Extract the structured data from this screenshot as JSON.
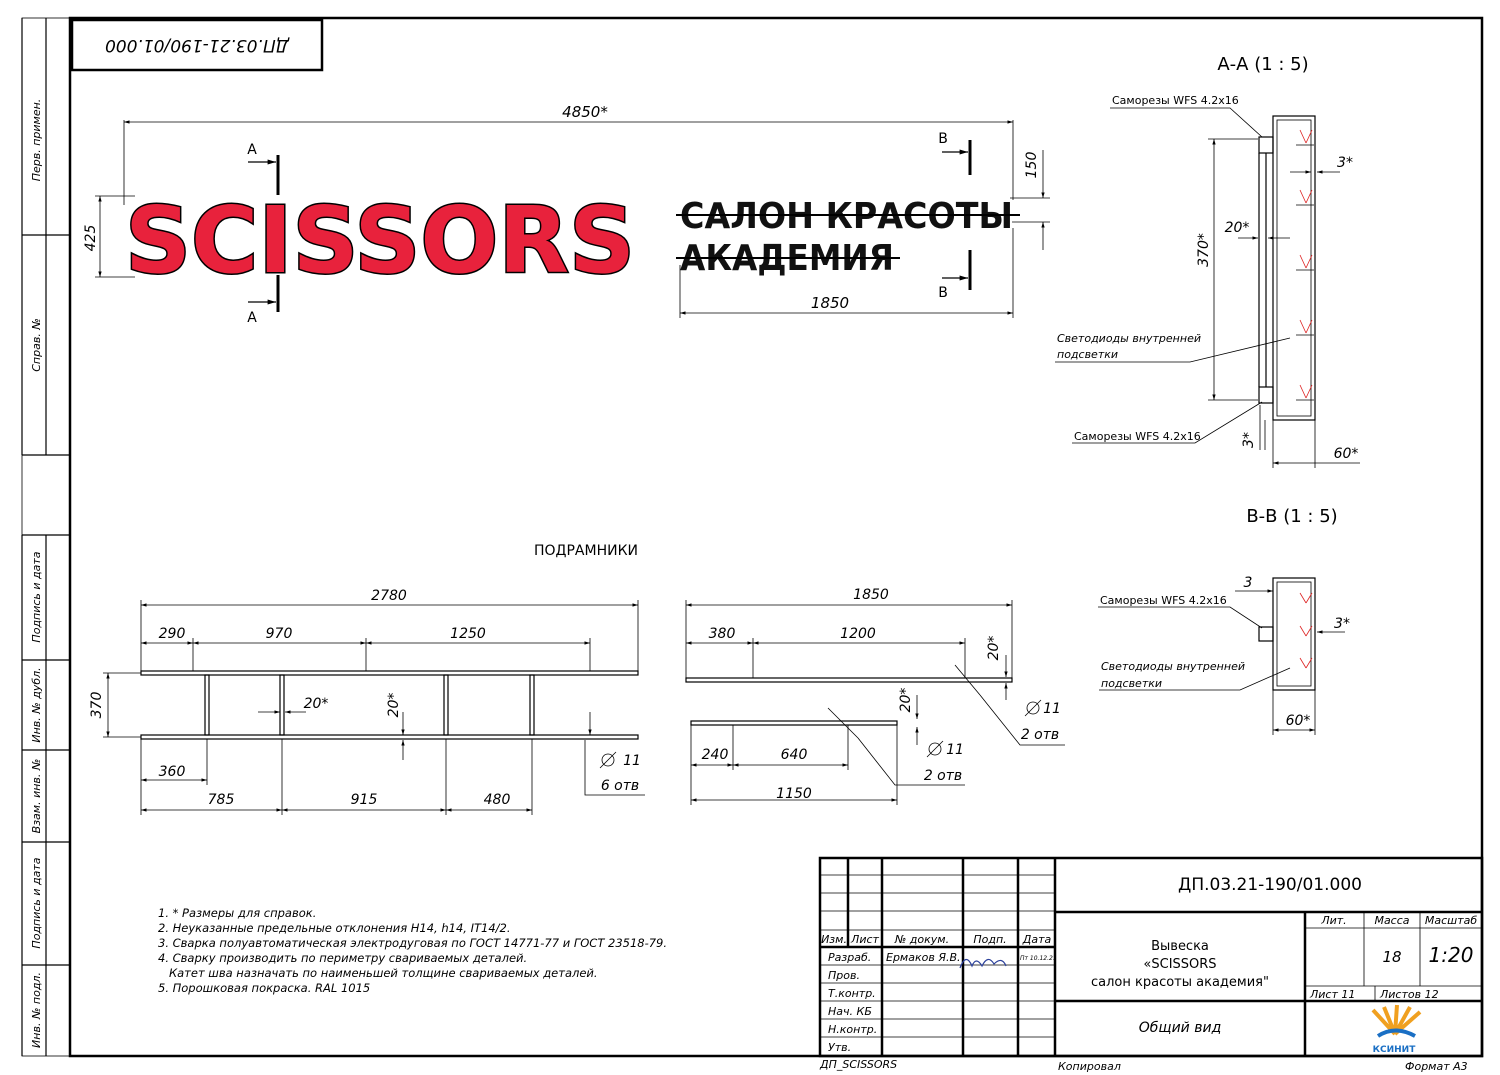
{
  "stamp": {
    "top_code": "ДП.03.21-190/01.000",
    "footer_left": "ДП_SCISSORS",
    "copied": "Копировал",
    "format": "Формат А3"
  },
  "sidebar": {
    "perv_primen": "Перв. примен.",
    "sprav_no": "Справ. №",
    "podpis_data_1": "Подпись и дата",
    "inv_dubl": "Инв. № дубл.",
    "vzam_inv": "Взам. инв. №",
    "podpis_data_2": "Подпись и дата",
    "inv_podl": "Инв. № подл."
  },
  "main_view": {
    "logo": "SCISSORS",
    "line1": "САЛОН КРАСОТЫ",
    "line2": "АКАДЕМИЯ",
    "dim_total": "4850*",
    "dim_height": "425",
    "dim_offset": "150",
    "dim_text_width": "1850",
    "section_a": "А",
    "section_b": "В"
  },
  "section_aa": {
    "title": "А-А (1 : 5)",
    "screw_top": "Саморезы WFS 4.2х16",
    "screw_bottom": "Саморезы WFS 4.2х16",
    "led_1": "Светодиоды внутренней",
    "led_2": "подсветки",
    "dim_370": "370*",
    "dim_20": "20*",
    "dim_3a": "3*",
    "dim_3b": "3*",
    "dim_60": "60*"
  },
  "section_bb": {
    "title": "В-В (1 : 5)",
    "screw": "Саморезы WFS 4.2х16",
    "led_1": "Светодиоды внутренней",
    "led_2": "подсветки",
    "dim_3": "3",
    "dim_3s": "3*",
    "dim_60": "60*"
  },
  "subframes": {
    "title": "ПОДРАМНИКИ",
    "f1": {
      "total": "2780",
      "d290": "290",
      "d970": "970",
      "d1250": "1250",
      "d370": "370",
      "d20a": "20*",
      "d20b": "20*",
      "hole": "11",
      "holes": "6 отв",
      "d360": "360",
      "d785": "785",
      "d915": "915",
      "d480": "480"
    },
    "f2": {
      "total": "1850",
      "d380": "380",
      "d1200": "1200",
      "d20": "20*",
      "hole": "11",
      "holes": "2 отв"
    },
    "f3": {
      "d20": "20*",
      "d240": "240",
      "d640": "640",
      "d1150": "1150",
      "hole": "11",
      "holes": "2 отв"
    }
  },
  "notes": [
    "1. * Размеры для справок.",
    "2. Неуказанные предельные отклонения Н14, h14,  IT14/2.",
    "3. Сварка полуавтоматическая электродуговая по ГОСТ 14771-77 и ГОСТ 23518-79.",
    "4. Сварку производить по периметру свариваемых деталей.",
    "   Катет шва назначать по наименьшей толщине свариваемых деталей.",
    "5. Порошковая покраска. RAL 1015"
  ],
  "title_block": {
    "code": "ДП.03.21-190/01.000",
    "name_1": "Вывеска",
    "name_2": "«SCISSORS",
    "name_3": "салон красоты академия\"",
    "view": "Общий вид",
    "lit": "Лит.",
    "massa": "Масса",
    "masshtab": "Масштаб",
    "massa_val": "18",
    "scale_val": "1:20",
    "list": "Лист 11",
    "listov": "Листов 12",
    "company": "КСИНИТ",
    "h_izm": "Изм.",
    "h_list": "Лист",
    "h_doc": "№ докум.",
    "h_podp": "Подп.",
    "h_data": "Дата",
    "razrab": "Разраб.",
    "razrab_name": "Ермаков Я.В.",
    "razrab_date": "Пт 10.12.21",
    "prov": "Пров.",
    "tkontr": "Т.контр.",
    "nach": "Нач. КБ",
    "nkontr": "Н.контр.",
    "utv": "Утв."
  },
  "colors": {
    "logo_red": "#e8223c",
    "logo_outline": "#000000",
    "logo_highlight": "#ffffff"
  }
}
